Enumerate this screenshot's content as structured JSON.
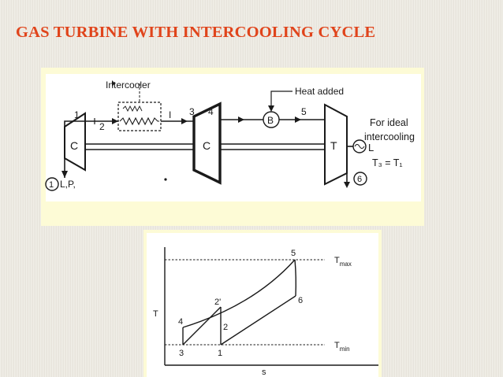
{
  "slide": {
    "title": "GAS TURBINE WITH INTERCOOLING CYCLE",
    "title_color": "#e0441b",
    "accent_color": "#c9a04f"
  },
  "schematic": {
    "intercooler_label": "Intercooler",
    "heat_added_label": "Heat added",
    "note_line1": "For ideal",
    "note_line2": "intercooling",
    "equation": "T₃ = T₁",
    "compressor1_label": "C",
    "compressor2_label": "C",
    "turbine_label": "T",
    "burner_label": "B",
    "load_label": "L",
    "inlet_label": "L,P,",
    "point_labels": {
      "p1": "1",
      "p2": "2",
      "p3": "3",
      "p4": "4",
      "p5": "5",
      "p6": "6",
      "pI": "I",
      "inlet": "1"
    }
  },
  "ts_diagram": {
    "t_axis_label": "T",
    "s_axis_label": "s",
    "tmax_label": "T",
    "tmax_sub": "max",
    "tmin_label": "T",
    "tmin_sub": "min",
    "points": {
      "p1": "1",
      "p2": "2",
      "p2p": "2'",
      "p3": "3",
      "p4": "4",
      "p5": "5",
      "p6": "6"
    }
  }
}
